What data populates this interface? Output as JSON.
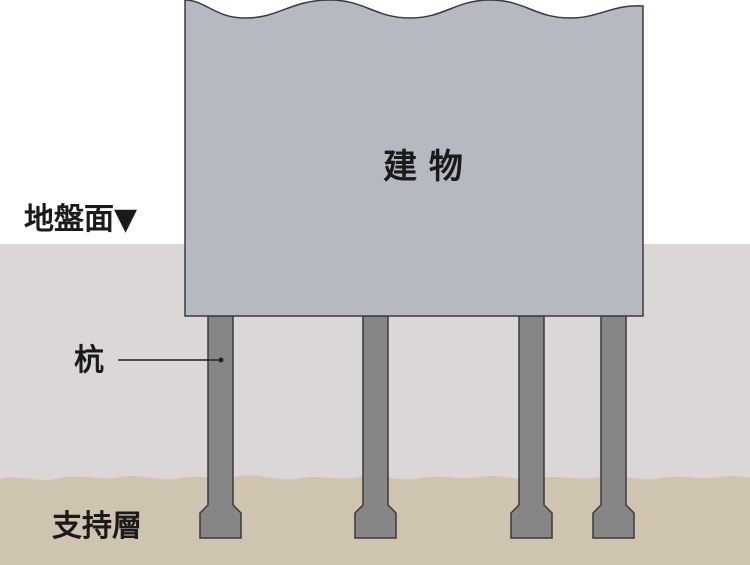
{
  "labels": {
    "building": "建 物",
    "ground_surface": "地盤面▼",
    "pile": "杭",
    "bearing_layer": "支持層"
  },
  "colors": {
    "sky": "#ffffff",
    "ground": "#dbd7d6",
    "bearing_layer": "#cfc4af",
    "building": "#b6b9c1",
    "pile": "#868686",
    "outline": "#3a3a3a"
  }
}
